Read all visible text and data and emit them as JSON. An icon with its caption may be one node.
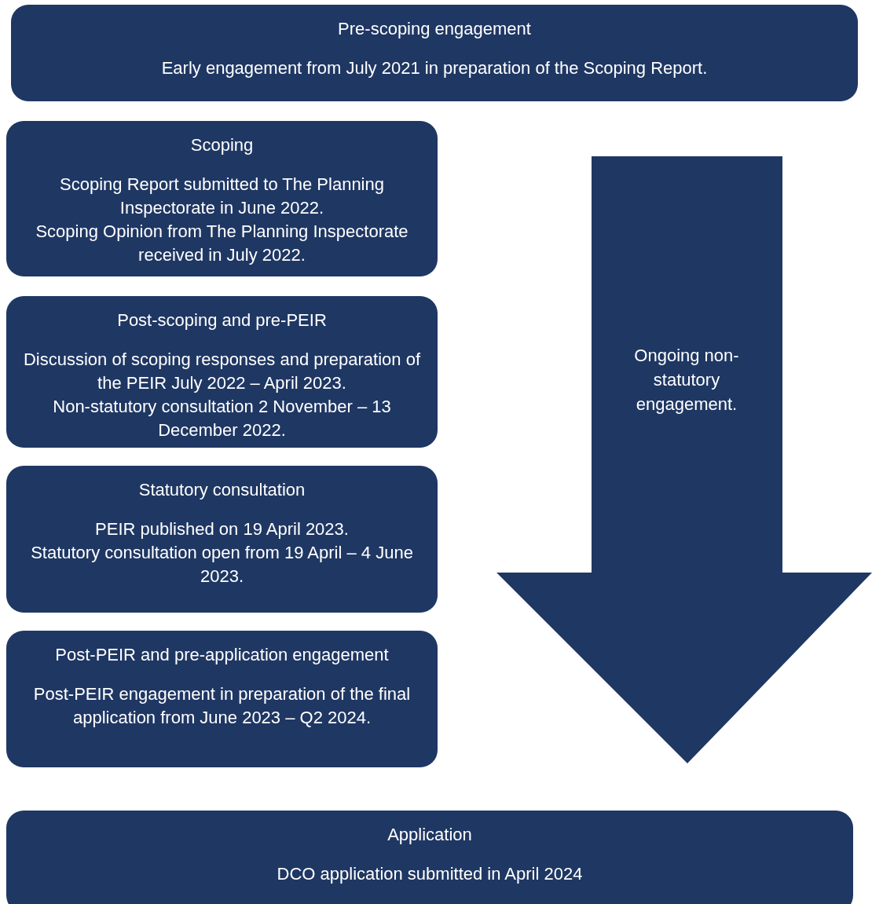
{
  "diagram": {
    "nodes": [
      {
        "text": [
          "Pre-scoping engagement",
          "Early engagement from July 2021 in preparation of the Scoping Report."
        ]
      },
      {
        "text": [
          "Scoping",
          "Scoping Report submitted to The Planning Inspectorate in June 2022.",
          "Scoping Opinion from The Planning Inspectorate received in July 2022."
        ]
      },
      {
        "text": [
          "Post-scoping and pre-PEIR",
          "Discussion of scoping responses and preparation of the PEIR July 2022 – April 2023.",
          "Non-statutory consultation 2 November – 13 December 2022."
        ]
      },
      {
        "text": [
          "Statutory consultation",
          "PEIR published on 19 April 2023.",
          "Statutory consultation open from 19 April – 4 June 2023."
        ]
      },
      {
        "text": [
          "Post-PEIR and pre-application engagement",
          "Post-PEIR engagement in preparation of the final application from June 2023 – Q2 2024."
        ]
      },
      {
        "text": [
          "Ongoing non-statutory engagement."
        ]
      },
      {
        "text": [
          "Application",
          "DCO application submitted in April 2024"
        ]
      }
    ]
  }
}
